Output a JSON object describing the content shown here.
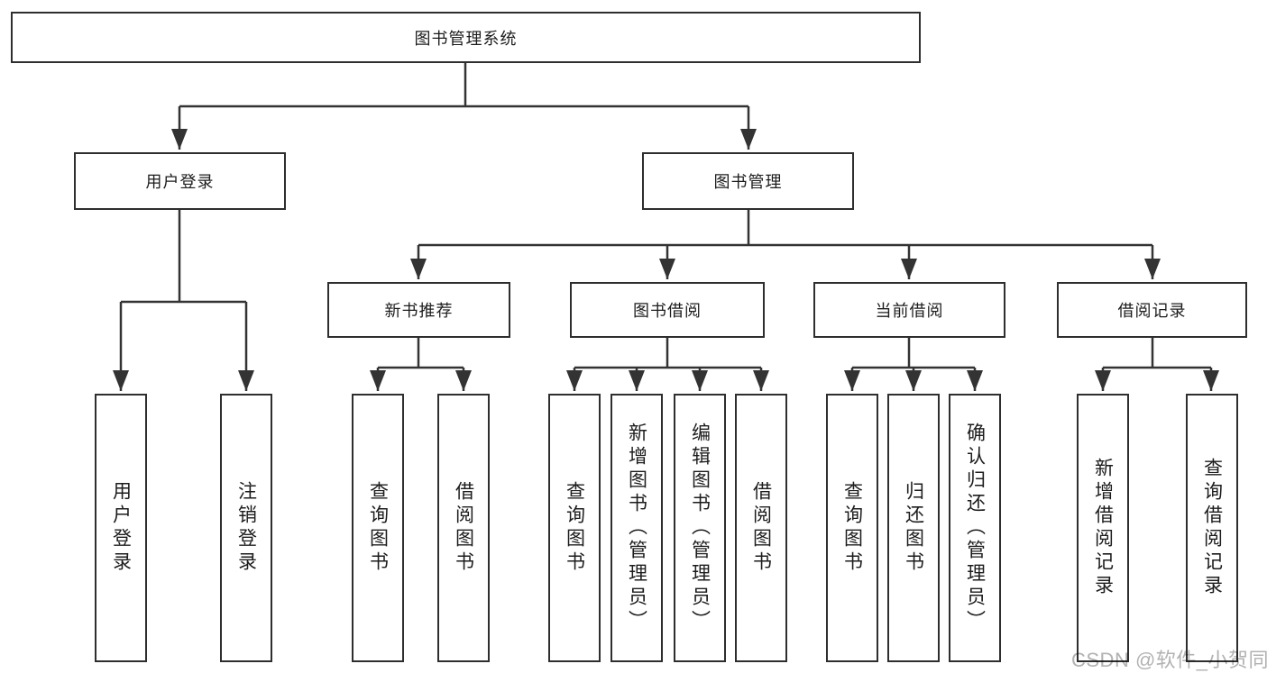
{
  "diagram": {
    "root": {
      "label": "图书管理系统"
    },
    "branches": {
      "user_login": {
        "label": "用户登录",
        "children": [
          {
            "label": "用户登录"
          },
          {
            "label": "注销登录"
          }
        ]
      },
      "book_management": {
        "label": "图书管理",
        "children": [
          {
            "label": "新书推荐",
            "children": [
              {
                "label": "查询图书"
              },
              {
                "label": "借阅图书"
              }
            ]
          },
          {
            "label": "图书借阅",
            "children": [
              {
                "label": "查询图书"
              },
              {
                "label": "新增图书（管理员）"
              },
              {
                "label": "编辑图书（管理员）"
              },
              {
                "label": "借阅图书"
              }
            ]
          },
          {
            "label": "当前借阅",
            "children": [
              {
                "label": "查询图书"
              },
              {
                "label": "归还图书"
              },
              {
                "label": "确认归还（管理员）"
              }
            ]
          },
          {
            "label": "借阅记录",
            "children": [
              {
                "label": "新增借阅记录"
              },
              {
                "label": "查询借阅记录"
              }
            ]
          }
        ]
      }
    },
    "colors": {
      "line": "#333333",
      "box_border": "#2e2e2e",
      "box_background": "#ffffff",
      "text": "#1c1c1c",
      "page_background": "#ffffff"
    }
  },
  "watermark": {
    "text": "CSDN @软件_小贺同学",
    "color": "#b2b2b2"
  }
}
